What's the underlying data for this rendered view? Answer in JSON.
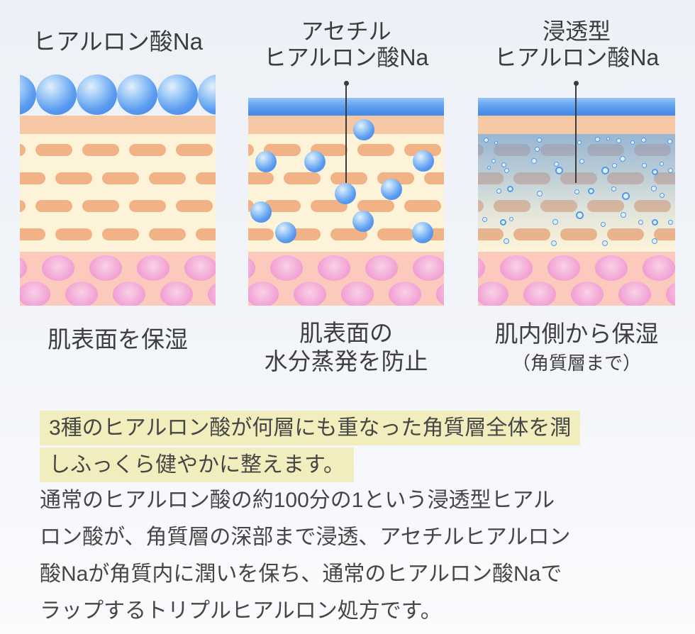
{
  "panels": [
    {
      "id": "hyaluronic-na",
      "title_lines": [
        "ヒアルロン酸Na"
      ],
      "caption_lines": [
        "肌表面を保湿"
      ]
    },
    {
      "id": "acetyl-hyaluronic-na",
      "title_lines": [
        "アセチル",
        "ヒアルロン酸Na"
      ],
      "caption_lines": [
        "肌表面の",
        "水分蒸発を防止"
      ]
    },
    {
      "id": "penetrating-hyaluronic-na",
      "title_lines": [
        "浸透型",
        "ヒアルロン酸Na"
      ],
      "caption_lines": [
        "肌内側から保湿"
      ],
      "caption_note": "（角質層まで）"
    }
  ],
  "description": {
    "highlight_lines": [
      "3種のヒアルロン酸が何層にも重なった角質層全体を潤",
      "しふっくら健やかに整えます。"
    ],
    "body_lines": [
      "通常のヒアルロン酸の約100分の1という浸透型ヒアル",
      "ロン酸が、角質層の深部まで浸透、アセチルヒアルロン",
      "酸Naが角質内に潤いを保ち、通常のヒアルロン酸Naで",
      "ラップするトリプルヒアルロン処方です。"
    ]
  },
  "colors": {
    "water_blue": "#4a8ee8",
    "bead_highlight": "#e2f0fd",
    "surface_tan": "#f6c7a4",
    "corneum_cream": "#fdf3d8",
    "corneocyte_tan": "#f1b285",
    "dermis_pink": "#fbcabd",
    "dermis_cell_pink": "#ee8cc9",
    "highlight_yellow": "#f2edbd",
    "text_gray": "#3d3d3d"
  }
}
